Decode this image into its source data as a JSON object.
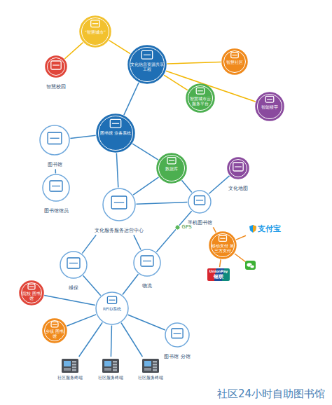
{
  "diagram": {
    "caption": "社区24小时自助图书馆",
    "nodes": [
      {
        "text": [
          "“智慧城市”"
        ]
      },
      {
        "text": [
          "智慧校园"
        ]
      },
      {
        "text": [
          "文化信息资源共享工程"
        ]
      },
      {
        "text": [
          "智慧社区"
        ]
      },
      {
        "text": [
          "智慧城市云 服务平台"
        ]
      },
      {
        "text": [
          "智能楼宇"
        ]
      },
      {
        "text": [
          "图书馆 业务系统"
        ]
      },
      {
        "text": [
          "图书馆"
        ]
      },
      {
        "text": [
          "数据库"
        ]
      },
      {
        "text": [
          "图书馆馆员"
        ]
      },
      {
        "text": [
          "文化地图"
        ]
      },
      {
        "text": [
          "文化服务服务运营中心"
        ]
      },
      {
        "text": [
          "手机图书馆"
        ]
      },
      {
        "text": [
          "支付宝"
        ]
      },
      {
        "text": [
          "移动支付 第三方支付"
        ]
      },
      {
        "text": [
          "UnionPay",
          "银联"
        ]
      },
      {
        "text": [
          "维保"
        ]
      },
      {
        "text": [
          "物流"
        ]
      },
      {
        "text": [
          "院校 图书馆"
        ]
      },
      {
        "text": [
          "RFID系统"
        ]
      },
      {
        "text": [
          "乡镇 图书馆"
        ]
      },
      {
        "text": [
          "图书馆 分馆"
        ]
      },
      {
        "text": [
          "社区服务终端"
        ]
      },
      {
        "text": [
          "社区服务终端"
        ]
      },
      {
        "text": [
          "社区服务终端"
        ]
      }
    ],
    "edges": [
      {
        "from": 0,
        "to": 1,
        "arrow": "none"
      },
      {
        "from": 0,
        "to": 2,
        "arrow": "none"
      },
      {
        "from": 2,
        "to": 3,
        "arrow": "none"
      },
      {
        "from": 2,
        "to": 4,
        "arrow": "none"
      },
      {
        "from": 2,
        "to": 5,
        "arrow": "none"
      },
      {
        "from": 2,
        "to": 6,
        "arrow": "none"
      },
      {
        "from": 6,
        "to": 7,
        "arrow": "none"
      },
      {
        "from": 7,
        "to": 9,
        "arrow": "none"
      },
      {
        "from": 6,
        "to": 8,
        "arrow": "none"
      },
      {
        "from": 6,
        "to": 11,
        "arrow": "none"
      },
      {
        "from": 11,
        "to": 8,
        "arrow": "none"
      },
      {
        "from": 11,
        "to": 12,
        "arrow": "none"
      },
      {
        "from": 8,
        "to": 12,
        "arrow": "none"
      },
      {
        "from": 12,
        "to": 10,
        "arrow": "none"
      },
      {
        "from": 12,
        "to": 14,
        "arrow": "none"
      },
      {
        "from": 14,
        "to": 13,
        "arrow": "none"
      },
      {
        "from": 14,
        "to": 15,
        "arrow": "none"
      },
      {
        "from": 11,
        "to": 16,
        "arrow": "none"
      },
      {
        "from": 11,
        "to": 17,
        "arrow": "none"
      },
      {
        "from": 17,
        "to": 12,
        "label": "GPS",
        "arrow": "none"
      },
      {
        "from": 16,
        "to": 19,
        "arrow": "none"
      },
      {
        "from": 17,
        "to": 19,
        "arrow": "none"
      },
      {
        "from": 18,
        "to": 19,
        "arrow": "none"
      },
      {
        "from": 20,
        "to": 19,
        "arrow": "none"
      },
      {
        "from": 21,
        "to": 19,
        "arrow": "none"
      },
      {
        "from": 19,
        "to": 22,
        "arrow": "none"
      },
      {
        "from": 19,
        "to": 23,
        "arrow": "none"
      },
      {
        "from": 19,
        "to": 24,
        "arrow": "none"
      }
    ]
  }
}
